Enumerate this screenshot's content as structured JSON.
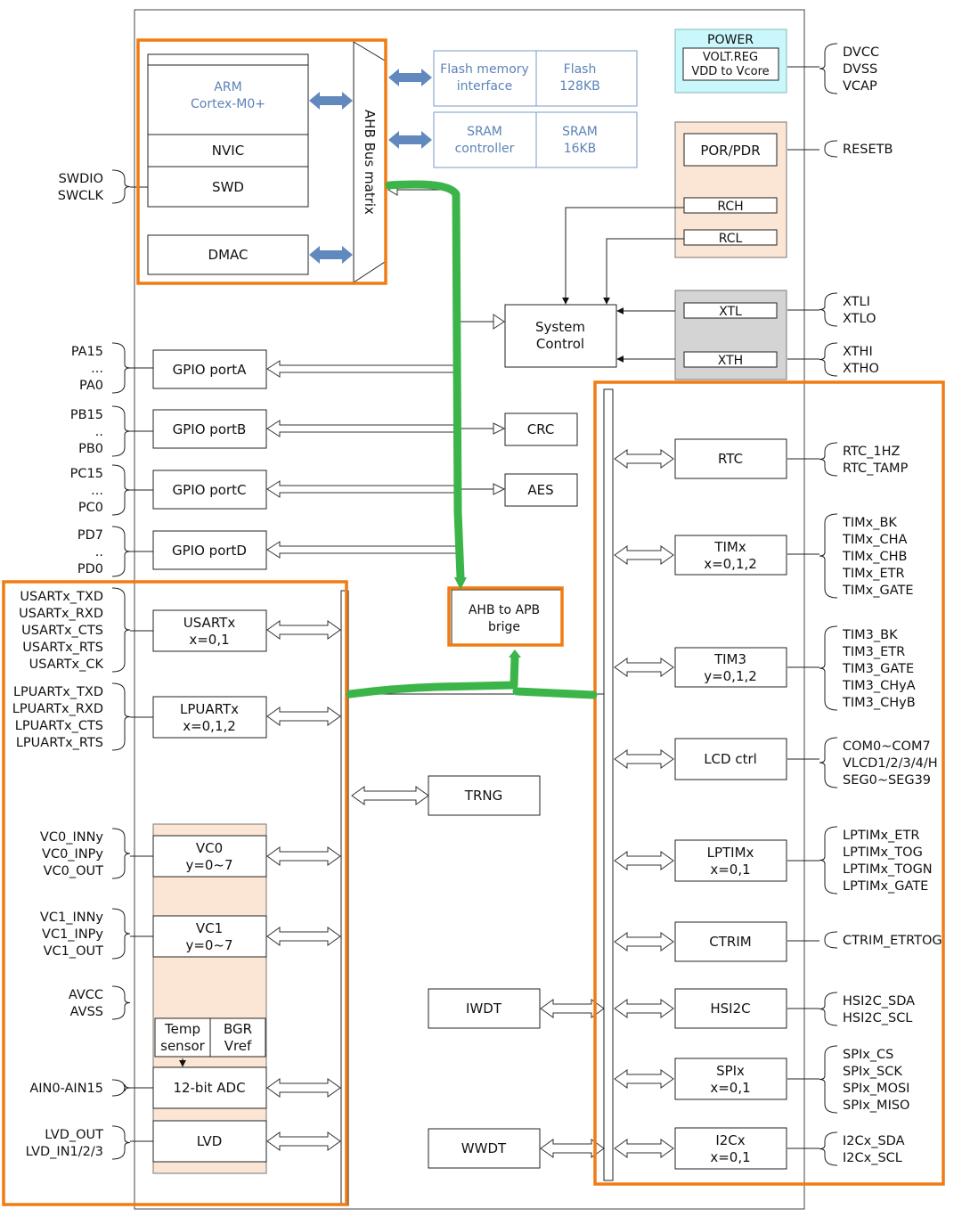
{
  "cpu": {
    "arm": [
      "ARM",
      "Cortex-M0+"
    ],
    "nvic": "NVIC",
    "swd": "SWD",
    "dmac": "DMAC",
    "bus_matrix": "AHB Bus matrix"
  },
  "memory": {
    "flash_if": [
      "Flash memory",
      "interface"
    ],
    "flash": [
      "Flash",
      "128KB"
    ],
    "sram_ctrl": [
      "SRAM",
      "controller"
    ],
    "sram": [
      "SRAM",
      "16KB"
    ]
  },
  "power": {
    "title": "POWER",
    "reg": [
      "VOLT.REG",
      "VDD to Vcore"
    ],
    "por": "POR/PDR",
    "rch": "RCH",
    "rcl": "RCL",
    "xtl": "XTL",
    "xth": "XTH"
  },
  "system_control": [
    "System",
    "Control"
  ],
  "gpio": [
    "GPIO portA",
    "GPIO portB",
    "GPIO portC",
    "GPIO portD"
  ],
  "crc": "CRC",
  "aes": "AES",
  "ahb_apb": [
    "AHB to APB",
    "brige"
  ],
  "trng": "TRNG",
  "iwdt": "IWDT",
  "wwdt": "WWDT",
  "left_blocks": {
    "usart": [
      "USARTx",
      "x=0,1"
    ],
    "lpuart": [
      "LPUARTx",
      "x=0,1,2"
    ],
    "vc0": [
      "VC0",
      "y=0~7"
    ],
    "vc1": [
      "VC1",
      "y=0~7"
    ],
    "temp": [
      "Temp",
      "sensor"
    ],
    "bgr": [
      "BGR",
      "Vref"
    ],
    "adc": "12-bit ADC",
    "lvd": "LVD"
  },
  "right_blocks": {
    "rtc": [
      "RTC"
    ],
    "timx": [
      "TIMx",
      "x=0,1,2"
    ],
    "tim3": [
      "TIM3",
      "y=0,1,2"
    ],
    "lcd": [
      "LCD ctrl"
    ],
    "lptim": [
      "LPTIMx",
      "x=0,1"
    ],
    "ctrim": [
      "CTRIM"
    ],
    "hsi2c": [
      "HSI2C"
    ],
    "spi": [
      "SPIx",
      "x=0,1"
    ],
    "i2c": [
      "I2Cx",
      "x=0,1"
    ]
  },
  "pins_left": {
    "swd": [
      "SWDIO",
      "SWCLK"
    ],
    "pa": [
      "PA15",
      "...",
      "PA0"
    ],
    "pb": [
      "PB15",
      "..",
      "PB0"
    ],
    "pc": [
      "PC15",
      "...",
      "PC0"
    ],
    "pd": [
      "PD7",
      "..",
      "PD0"
    ],
    "usart": [
      "USARTx_TXD",
      "USARTx_RXD",
      "USARTx_CTS",
      "USARTx_RTS",
      "USARTx_CK"
    ],
    "lpuart": [
      "LPUARTx_TXD",
      "LPUARTx_RXD",
      "LPUARTx_CTS",
      "LPUARTx_RTS"
    ],
    "vc0": [
      "VC0_INNy",
      "VC0_INPy",
      "VC0_OUT"
    ],
    "vc1": [
      "VC1_INNy",
      "VC1_INPy",
      "VC1_OUT"
    ],
    "avcc": [
      "AVCC",
      "AVSS"
    ],
    "ain": [
      "AIN0-AIN15"
    ],
    "lvd": [
      "LVD_OUT",
      "LVD_IN1/2/3"
    ]
  },
  "pins_right": {
    "power": [
      "DVCC",
      "DVSS",
      "VCAP"
    ],
    "reset": [
      "RESETB"
    ],
    "xtl": [
      "XTLI",
      "XTLO"
    ],
    "xth": [
      "XTHI",
      "XTHO"
    ],
    "rtc": [
      "RTC_1HZ",
      "RTC_TAMP"
    ],
    "timx": [
      "TIMx_BK",
      "TIMx_CHA",
      "TIMx_CHB",
      "TIMx_ETR",
      "TIMx_GATE"
    ],
    "tim3": [
      "TIM3_BK",
      "TIM3_ETR",
      "TIM3_GATE",
      "TIM3_CHyA",
      "TIM3_CHyB"
    ],
    "lcd": [
      "COM0~COM7",
      "VLCD1/2/3/4/H",
      "SEG0~SEG39"
    ],
    "lptim": [
      "LPTIMx_ETR",
      "LPTIMx_TOG",
      "LPTIMx_TOGN",
      "LPTIMx_GATE"
    ],
    "ctrim": [
      "CTRIM_ETRTOG"
    ],
    "hsi2c": [
      "HSI2C_SDA",
      "HSI2C_SCL"
    ],
    "spi": [
      "SPIx_CS",
      "SPIx_SCK",
      "SPIx_MOSI",
      "SPIx_MISO"
    ],
    "i2c": [
      "I2Cx_SDA",
      "I2Cx_SCL"
    ]
  },
  "colors": {
    "highlight": "#f07c12",
    "path": "#3bb54a",
    "peach": "#fbe5d4",
    "cyan": "#c9f7fb",
    "gray": "#d4d4d4",
    "blue_text": "#5b83b8"
  }
}
